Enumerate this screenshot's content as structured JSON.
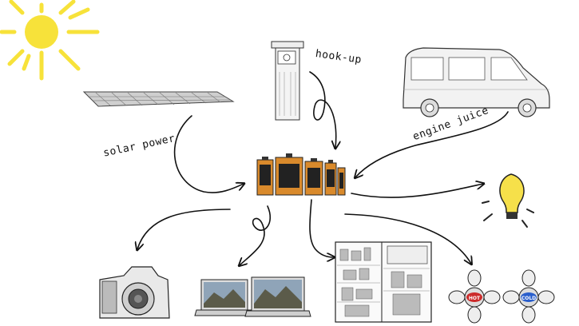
{
  "labels": {
    "solar": "solar power",
    "hookup": "hook-up",
    "engine": "engine juice"
  },
  "nodes": [
    {
      "id": "sun",
      "icon": "sun-icon"
    },
    {
      "id": "solar-panel",
      "icon": "solar-panel-icon"
    },
    {
      "id": "hookup-pedestal",
      "icon": "power-pedestal-icon"
    },
    {
      "id": "van",
      "icon": "van-icon"
    },
    {
      "id": "batteries",
      "icon": "battery-bank-icon"
    },
    {
      "id": "lightbulb",
      "icon": "lightbulb-icon"
    },
    {
      "id": "camera",
      "icon": "camera-icon"
    },
    {
      "id": "laptops",
      "icon": "laptop-icon"
    },
    {
      "id": "fridge",
      "icon": "fridge-icon"
    },
    {
      "id": "faucets",
      "icon": "faucet-icon"
    }
  ],
  "faucet_labels": [
    "HOT",
    "COLD"
  ],
  "colors": {
    "sun": "#f7e23a",
    "bulb": "#f6e04a",
    "battery_body": "#d98a2c",
    "battery_dark": "#222222",
    "hot": "#cc2a2a",
    "cold": "#2a5fcc"
  }
}
